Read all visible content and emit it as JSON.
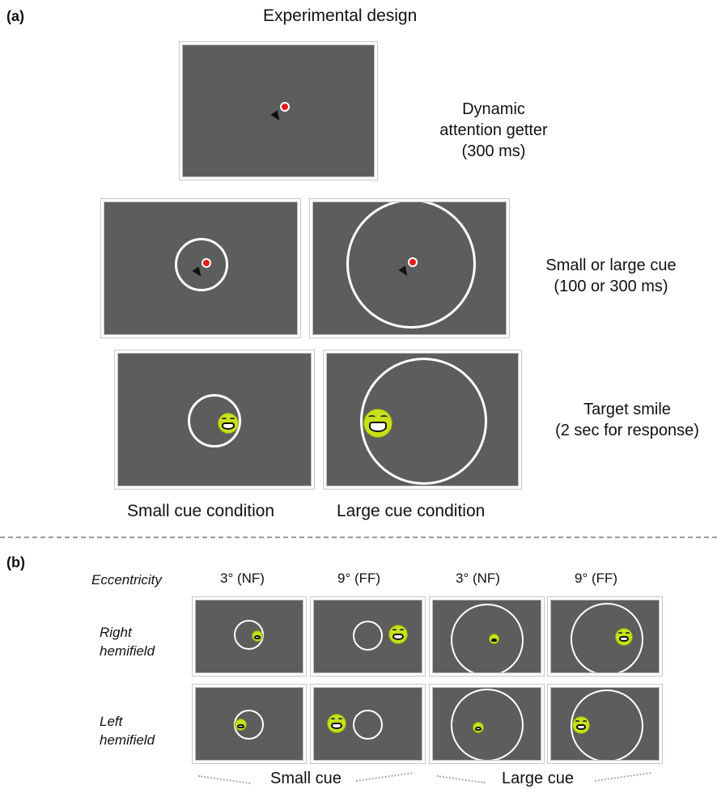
{
  "panel_a": {
    "label": "(a)",
    "title": "Experimental design",
    "step1": [
      "Dynamic",
      "attention getter",
      "(300 ms)"
    ],
    "step2": [
      "Small or large cue",
      "(100 or 300 ms)"
    ],
    "step3": [
      "Target smile",
      "(2 sec for response)"
    ],
    "cond_small": "Small cue condition",
    "cond_large": "Large cue condition"
  },
  "panel_b": {
    "label": "(b)",
    "eccentricity_label": "Eccentricity",
    "columns": [
      "3° (NF)",
      "9° (FF)",
      "3° (NF)",
      "9° (FF)"
    ],
    "row_right": [
      "Right",
      "hemifield"
    ],
    "row_left": [
      "Left",
      "hemifield"
    ],
    "group_small": "Small cue",
    "group_large": "Large cue"
  },
  "colors": {
    "screen": "#5d5d5d",
    "fixation": "#e21b1b",
    "smiley": "#c9e01a"
  }
}
